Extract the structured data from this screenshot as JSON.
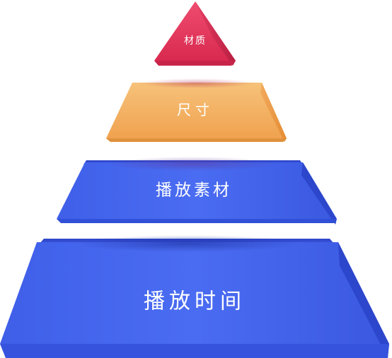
{
  "pyramid": {
    "tiers": [
      {
        "label": "材质"
      },
      {
        "label": "尺寸"
      },
      {
        "label": "播放素材"
      },
      {
        "label": "播放时间"
      }
    ]
  }
}
